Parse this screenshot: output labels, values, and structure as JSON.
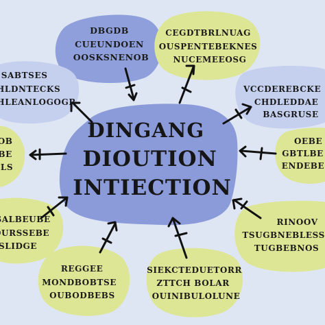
{
  "diagram": {
    "colors": {
      "background": "#dfe6f3",
      "blue_blob": "#8f9fdb",
      "yellow_blob": "#dde694",
      "light_blob": "#c5d0ee",
      "center_blob": "#8b9bd9",
      "arrow": "#111111"
    },
    "center": {
      "lines": [
        "DINGANG",
        "DIOUTION",
        "INTIECTION"
      ]
    },
    "nodes": [
      {
        "id": "top-left",
        "lines": [
          "DBGDB",
          "CUEUNDOEN",
          "OOSKSNENOB"
        ]
      },
      {
        "id": "top-right",
        "lines": [
          "CEGDTBRLNUAG",
          "OUSPENTEBEKNES",
          "NUCEMEEOSG"
        ]
      },
      {
        "id": "upper-left",
        "lines": [
          "SABTSES",
          "HLDNTECKS",
          "CHLEANLOGOGR"
        ]
      },
      {
        "id": "upper-right",
        "lines": [
          "VCCDEREBCKE",
          "CHDLEDDAE",
          "BASGRUSE"
        ]
      },
      {
        "id": "mid-left",
        "lines": [
          "OB",
          "BE",
          "LS"
        ]
      },
      {
        "id": "mid-right",
        "lines": [
          "OEBE",
          "GBTLBE",
          "ENDEBE"
        ]
      },
      {
        "id": "lower-left",
        "lines": [
          "SALBEUBE",
          "DURSSEBE",
          "SLIDGE"
        ]
      },
      {
        "id": "lower-right",
        "lines": [
          "RINOOV",
          "TSUGBNEBLESS",
          "TUGBEBNOS"
        ]
      },
      {
        "id": "bottom-left",
        "lines": [
          "REGGEE",
          "MONDBOBTSE",
          "OUBODBEBS"
        ]
      },
      {
        "id": "bottom-right",
        "lines": [
          "SIEKCTEDUETORR",
          "ZTTCH BOLAR",
          "OUINIBULOLUNE"
        ]
      }
    ]
  }
}
